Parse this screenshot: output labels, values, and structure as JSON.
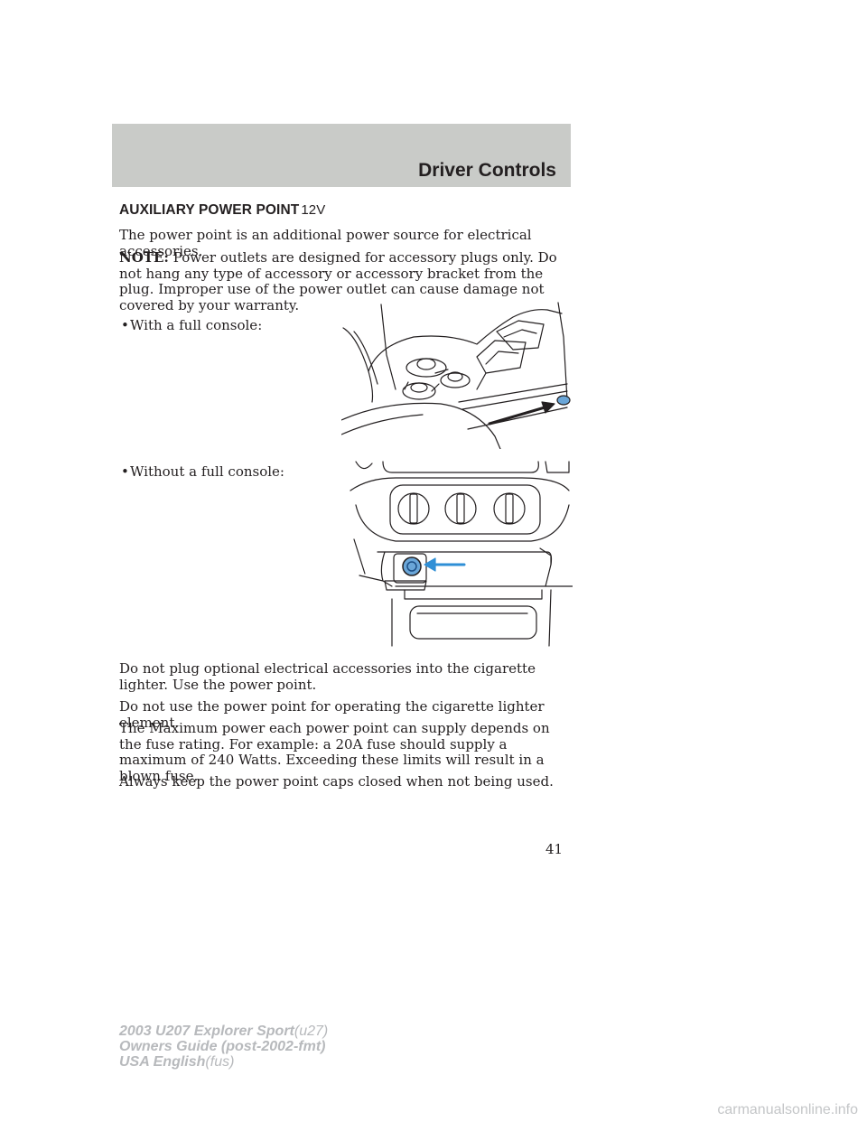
{
  "header": {
    "title": "Driver Controls"
  },
  "section": {
    "heading": "AUXILIARY POWER POINT",
    "symbol": "12V"
  },
  "intro": "The power point is an additional power source for electrical accessories.",
  "note": {
    "label": "NOTE:",
    "text": "Power outlets are designed for accessory plugs only. Do not hang any type of accessory or accessory bracket from the plug. Improper use of the power outlet can cause damage not covered by your warranty."
  },
  "bullets": [
    "With a full console:",
    "Without a full console:"
  ],
  "paragraphs": [
    "Do not plug optional electrical accessories into the cigarette lighter. Use the power point.",
    "Do not use the power point for operating the cigarette lighter element.",
    "The Maximum power each power point can supply depends on the fuse rating. For example: a 20A fuse should supply a maximum of 240 Watts. Exceeding these limits will result in a blown fuse.",
    "Always keep the power point caps closed when not being used."
  ],
  "page_number": "41",
  "footer": {
    "line1_bold": "2003 U207 Explorer Sport",
    "line1_italic": "(u27)",
    "line2_bold": "Owners Guide (post-2002-fmt)",
    "line3_bold": "USA English",
    "line3_italic": "(fus)"
  },
  "watermark": "carmanualsonline.info",
  "colors": {
    "header_band": "#c9cbc8",
    "arrow_blue": "#2f8fd6",
    "outlet_blue": "#6aa6d8",
    "footer_gray": "#b7b9bc"
  },
  "icons": {
    "figure1": "full-console-power-point-illustration",
    "figure2": "dash-power-point-illustration"
  }
}
